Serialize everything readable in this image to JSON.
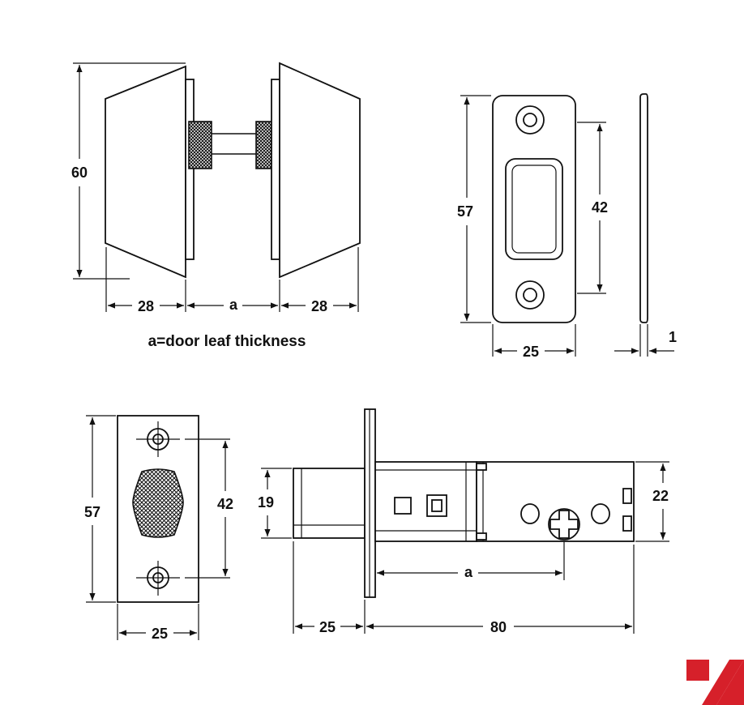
{
  "caption": "a=door leaf thickness",
  "knob_view": {
    "dim_height": "60",
    "dim_left_depth": "28",
    "dim_gap": "a",
    "dim_right_depth": "28"
  },
  "strike_front_view": {
    "dim_height": "57",
    "dim_hole_spacing": "42",
    "dim_width": "25"
  },
  "strike_side_view": {
    "dim_thickness": "1"
  },
  "latch_face_view": {
    "dim_height": "57",
    "dim_hole_spacing": "42",
    "dim_width": "25"
  },
  "latch_side_view": {
    "dim_bolt_height": "19",
    "dim_case_height": "22",
    "dim_backset": "a",
    "dim_bolt_projection": "25",
    "dim_case_length": "80"
  },
  "brand": {
    "logo_color": "#d6202a"
  }
}
